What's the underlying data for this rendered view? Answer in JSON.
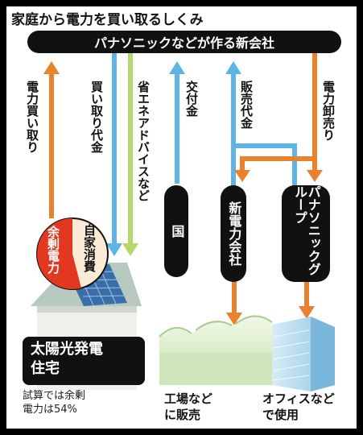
{
  "title": "家庭から電力を買い取るしくみ",
  "company": "パナソニックなどが作る新会社",
  "flows": {
    "buy_power": "電力買い取り",
    "payment": "買い取り代金",
    "advice": "省エネアドバイスなど",
    "subsidy": "交付金",
    "sales_revenue": "販売代金",
    "wholesale": "電力卸売り"
  },
  "nodes": {
    "government": "国",
    "power_company": "新電力会社",
    "panasonic_group": "パナソニックグループ"
  },
  "house": {
    "surplus": "余剰電力",
    "self_use": "自家消費",
    "label_line1": "太陽光発電",
    "label_line2": "住宅",
    "note_line1": "試算では余剰",
    "note_line2": "電力は54%",
    "surplus_ratio": 0.54
  },
  "destinations": {
    "factory_line1": "工場など",
    "factory_line2": "に販売",
    "office_line1": "オフィスなど",
    "office_line2": "で使用"
  },
  "colors": {
    "orange": "#e8822e",
    "blue": "#5fb4e6",
    "green": "#b6d86a",
    "red": "#e2381f",
    "cream": "#fcecd7"
  }
}
